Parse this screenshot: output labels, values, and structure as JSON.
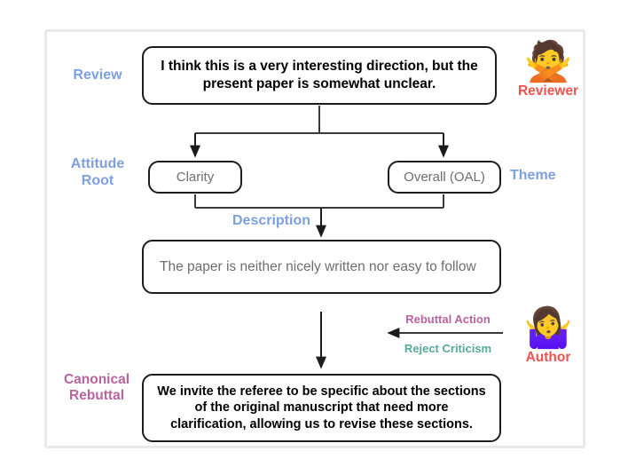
{
  "figure": {
    "title": "Rebuttal flow diagram",
    "frame_border_color": "#e9e9e9",
    "background": "#ffffff"
  },
  "colors": {
    "structure_label": "#7e9fe0",
    "rebuttal_label": "#b9639f",
    "actor_label": "#ef5350",
    "reject_label": "#57a99a",
    "node_border": "#1c1c1c",
    "muted_text": "#6e6e6e"
  },
  "labels": {
    "review": "Review",
    "attitude_root_line1": "Attitude",
    "attitude_root_line2": "Root",
    "theme": "Theme",
    "description": "Description",
    "canonical_rebuttal_line1": "Canonical",
    "canonical_rebuttal_line2": "Rebuttal",
    "rebuttal_action": "Rebuttal Action",
    "reject_criticism": "Reject Criticism"
  },
  "nodes": {
    "review": "I think this is a very interesting direction, but the present paper is somewhat unclear.",
    "clarity": "Clarity",
    "overall": "Overall (OAL)",
    "description": "The paper is neither nicely written nor easy to follow",
    "canonical_rebuttal": "We invite the referee to be specific about the sections of the original manuscript that need more clarification, allowing us to revise these sections."
  },
  "actors": {
    "reviewer": {
      "name": "Reviewer",
      "emoji": "🙅",
      "icon_name": "person-gesturing-no-icon"
    },
    "author": {
      "name": "Author",
      "emoji": "🤷‍♀️",
      "icon_name": "person-shrugging-icon"
    }
  }
}
